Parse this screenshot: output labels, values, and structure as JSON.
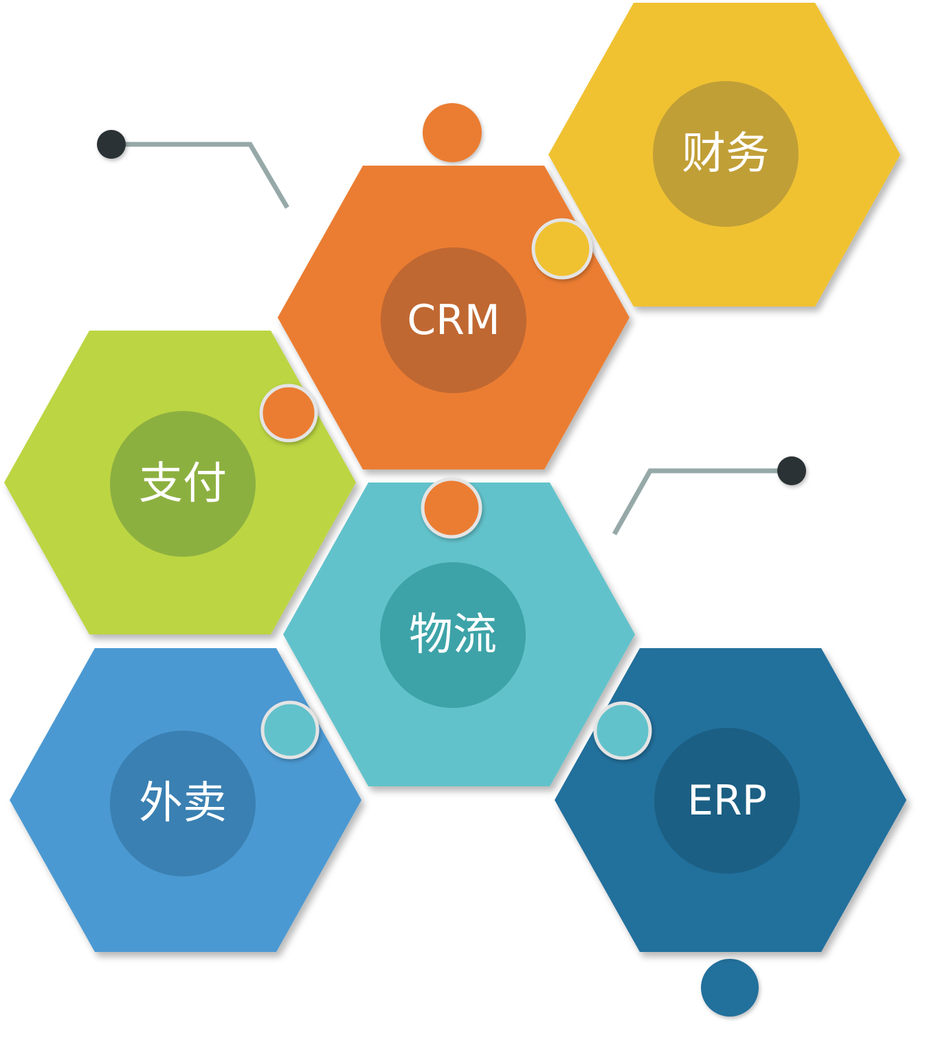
{
  "modules": [
    {
      "id": "caiwu",
      "label": "财务",
      "color": "#f0c232",
      "circle_color": "#c19f37"
    },
    {
      "id": "crm",
      "label": "CRM",
      "color": "#eb7d33",
      "circle_color": "#c06832"
    },
    {
      "id": "zhifu",
      "label": "支付",
      "color": "#bcd543",
      "circle_color": "#8cb040"
    },
    {
      "id": "wuliu",
      "label": "物流",
      "color": "#62c2cb",
      "circle_color": "#3da3a8"
    },
    {
      "id": "waimai",
      "label": "外卖",
      "color": "#4b99d2",
      "circle_color": "#3a80b2"
    },
    {
      "id": "erp",
      "label": "ERP",
      "color": "#236f9c",
      "circle_color": "#1b5f84"
    }
  ],
  "colors": {
    "connector_line": "#96a9a8",
    "connector_dot": "#2b3135",
    "background": "#ffffff",
    "knob_outline": "#e4e4e4"
  }
}
